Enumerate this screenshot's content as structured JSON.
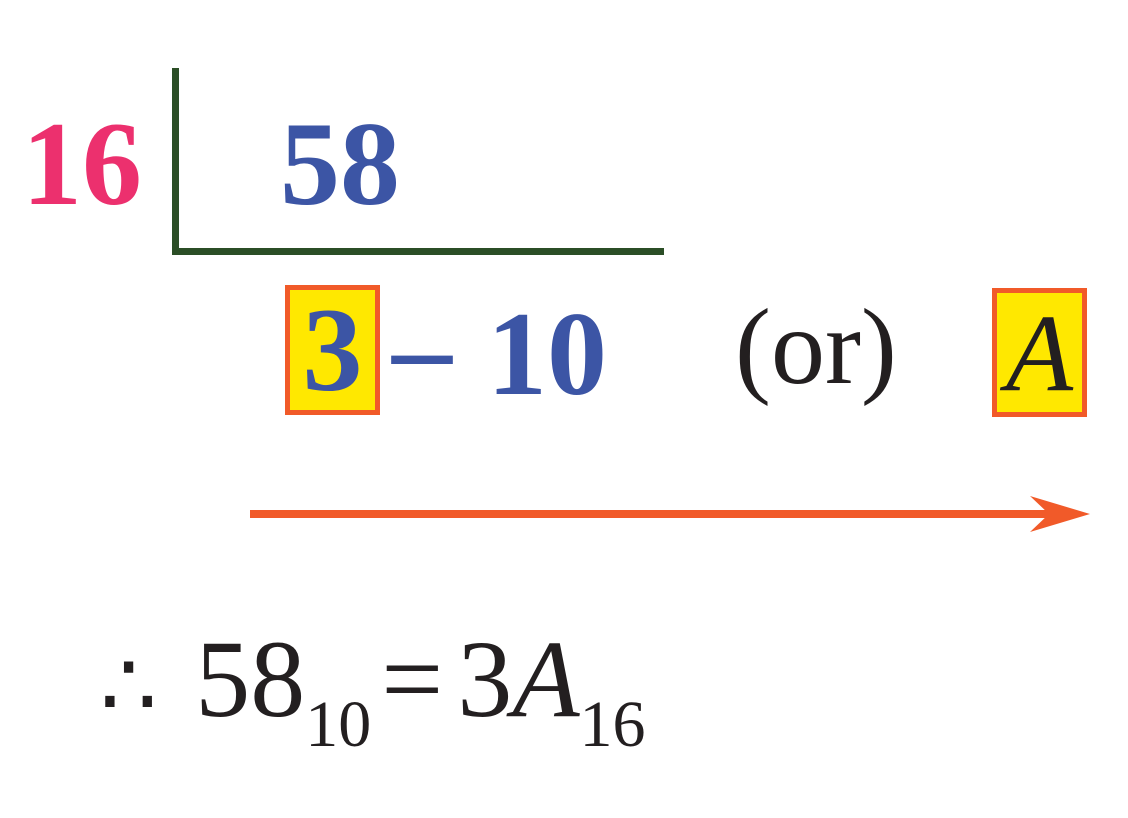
{
  "colors": {
    "pink": "#EC306E",
    "blue": "#3C55A5",
    "green": "#2B4E26",
    "orange": "#F15A29",
    "yellow": "#FFE800",
    "ink": "#231F20"
  },
  "division": {
    "divisor": "16",
    "dividend": "58"
  },
  "step": {
    "quotient": "3",
    "separator": "–",
    "remainder": "10",
    "or_label": "(or)",
    "hex_digit": "A"
  },
  "conclusion": {
    "therefore": "∴",
    "decimal_number": "58",
    "decimal_base": "10",
    "equals": "=",
    "hex_number": "3",
    "hex_letter": "A",
    "hex_base": "16"
  }
}
